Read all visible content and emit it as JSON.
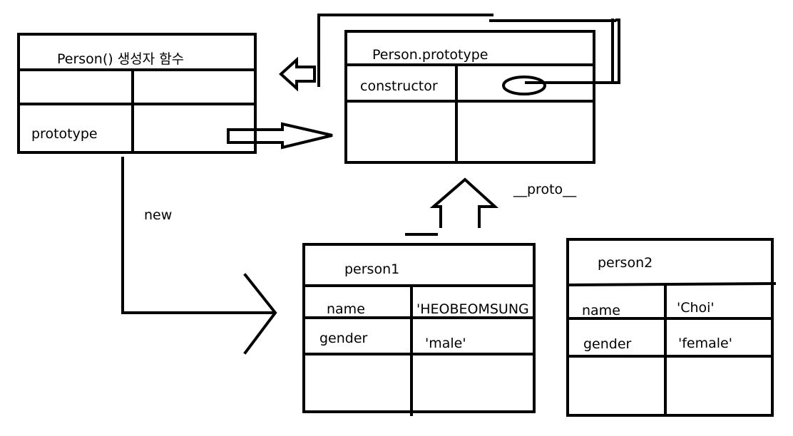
{
  "constructor_box": {
    "title": "Person() 생성자 함수",
    "row2_key": "prototype"
  },
  "prototype_box": {
    "title": "Person.prototype",
    "row1_key": "constructor"
  },
  "edges": {
    "new_label": "new",
    "proto_label": "__proto__"
  },
  "person1": {
    "title": "person1",
    "name_key": "name",
    "name_value": "'HEOBEOMSUNG",
    "gender_key": "gender",
    "gender_value": "'male'"
  },
  "person2": {
    "title": "person2",
    "name_key": "name",
    "name_value": "'Choi'",
    "gender_key": "gender",
    "gender_value": "'female'"
  }
}
